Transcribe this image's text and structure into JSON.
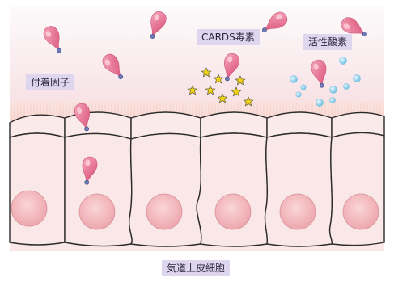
{
  "labels": {
    "adhesion_factor": "付着因子",
    "cards_toxin": "CARDS毒素",
    "reactive_oxygen": "活性酸素",
    "airway_epithelium": "気道上皮細胞"
  },
  "colors": {
    "background_top": "#fcf8fa",
    "background_bottom": "#f7dde1",
    "cilia_band": "#f8d9d4",
    "cell_fill": "#fae7e8",
    "cell_outline": "#2b2b2b",
    "nucleus": "#f1b7bb",
    "mycoplasma": "#e46f8e",
    "mycoplasma_tip": "#6f7bb6",
    "toxin_star": "#f2d21a",
    "oxygen_bubble": "#8fd0ec",
    "label_box": "#ded6ee"
  },
  "icons": {
    "mycoplasma": "mycoplasma-icon",
    "toxin": "toxin-star-icon",
    "oxygen": "oxygen-bubble-icon"
  }
}
